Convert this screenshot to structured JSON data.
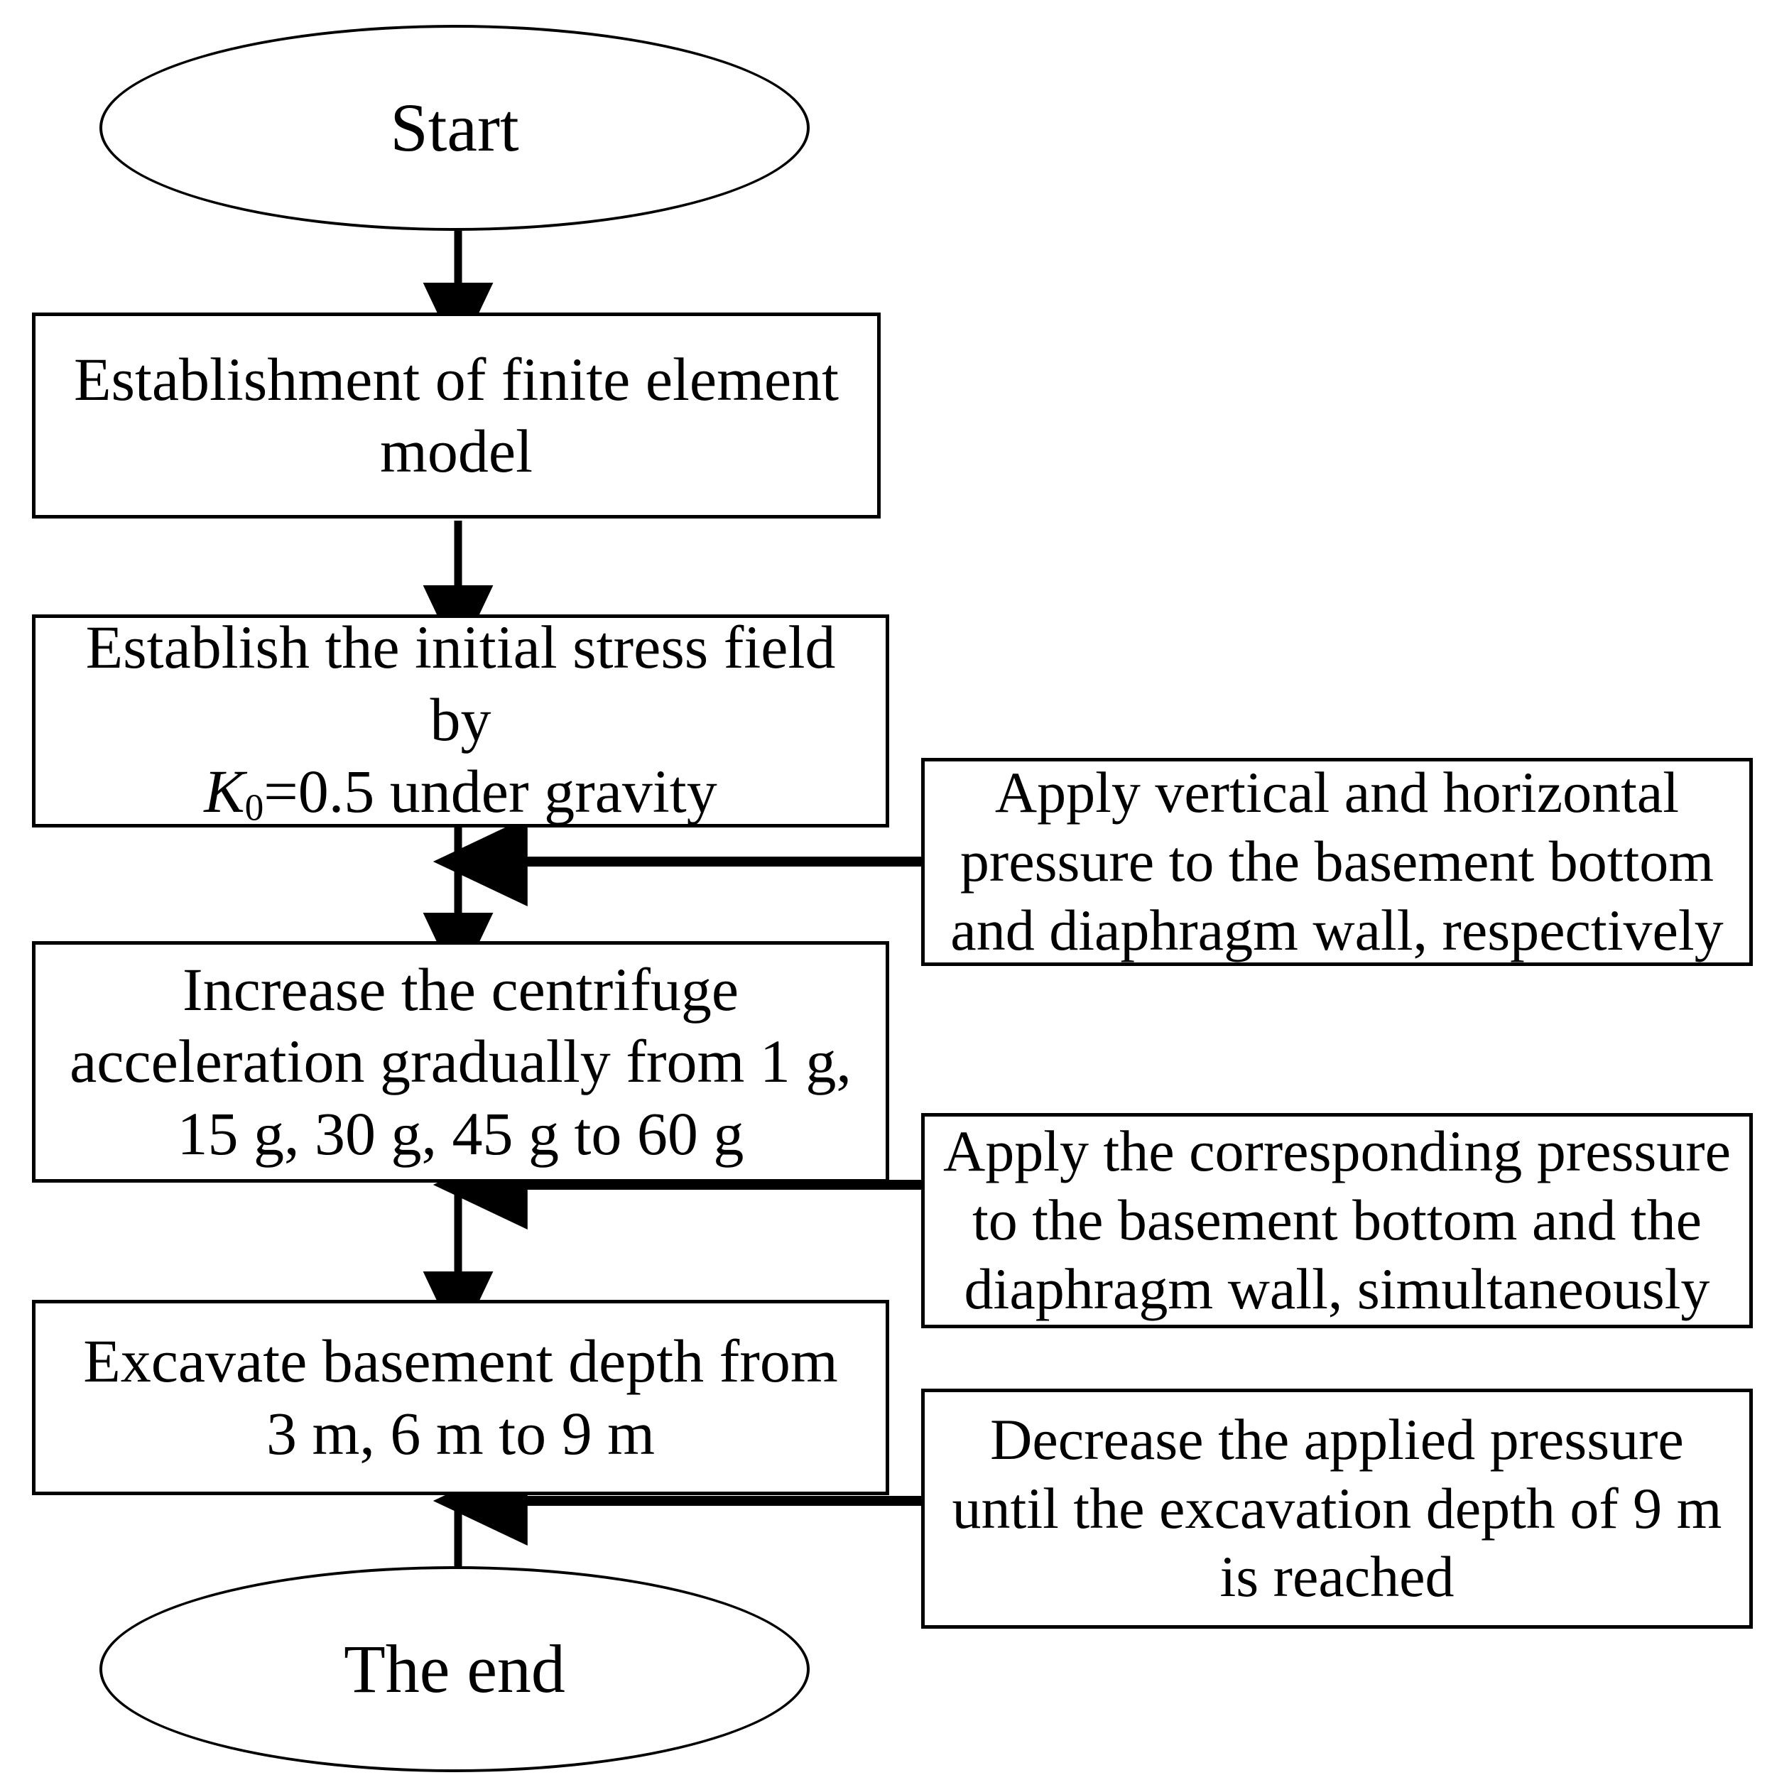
{
  "diagram": {
    "type": "flowchart",
    "title": "Numerical simulation procedure flowchart",
    "orientation": "top-to-bottom",
    "stroke_color": "#000000",
    "fill_color": "#ffffff",
    "text_color": "#000000"
  },
  "nodes": {
    "start": {
      "shape": "ellipse",
      "label": "Start"
    },
    "end": {
      "shape": "ellipse",
      "label": "The end"
    },
    "model": {
      "shape": "rectangle",
      "label": "Establishment of finite element\nmodel"
    },
    "stress": {
      "shape": "rectangle",
      "label_line1": "Establish the initial stress field by",
      "label_line2_prefix": "K",
      "label_line2_subscript": "0",
      "label_line2_suffix": "=0.5 under gravity",
      "label_plain": "Establish the initial stress field by K0=0.5 under gravity"
    },
    "centrifuge": {
      "shape": "rectangle",
      "label": "Increase the centrifuge\nacceleration gradually from 1 g,\n15 g, 30 g, 45 g to 60 g"
    },
    "excavate": {
      "shape": "rectangle",
      "label": "Excavate basement depth from\n3 m, 6 m to 9 m"
    }
  },
  "notes": {
    "initial_pressure": {
      "shape": "rectangle",
      "label": "Apply vertical and horizontal\npressure to the basement bottom\nand diaphragm wall, respectively",
      "attaches_to": "stress-to-centrifuge"
    },
    "stage_pressure": {
      "shape": "rectangle",
      "label": "Apply the corresponding pressure\nto the basement bottom and the\ndiaphragm wall, simultaneously",
      "attaches_to": "centrifuge-to-excavate"
    },
    "decrease_pressure": {
      "shape": "rectangle",
      "label": "Decrease the applied pressure\nuntil the excavation depth of 9 m\nis reached",
      "attaches_to": "excavate-to-end"
    }
  },
  "edges": [
    {
      "id": "e-start-model",
      "from": "start",
      "to": "model",
      "direction": "down",
      "arrow": "filled-triangle"
    },
    {
      "id": "e-model-stress",
      "from": "model",
      "to": "stress",
      "direction": "down",
      "arrow": "filled-triangle"
    },
    {
      "id": "e-stress-centrifuge",
      "from": "stress",
      "to": "centrifuge",
      "direction": "down",
      "arrow": "filled-triangle"
    },
    {
      "id": "e-centrifuge-excavate",
      "from": "centrifuge",
      "to": "excavate",
      "direction": "down",
      "arrow": "filled-triangle"
    },
    {
      "id": "e-excavate-end",
      "from": "excavate",
      "to": "end",
      "direction": "down",
      "arrow": "filled-triangle"
    },
    {
      "id": "e-note1",
      "from": "initial_pressure",
      "to": "e-stress-centrifuge",
      "direction": "left",
      "arrow": "filled-triangle"
    },
    {
      "id": "e-note2",
      "from": "stage_pressure",
      "to": "e-centrifuge-excavate",
      "direction": "left",
      "arrow": "filled-triangle"
    },
    {
      "id": "e-note3",
      "from": "decrease_pressure",
      "to": "e-excavate-end",
      "direction": "left",
      "arrow": "filled-triangle"
    }
  ]
}
